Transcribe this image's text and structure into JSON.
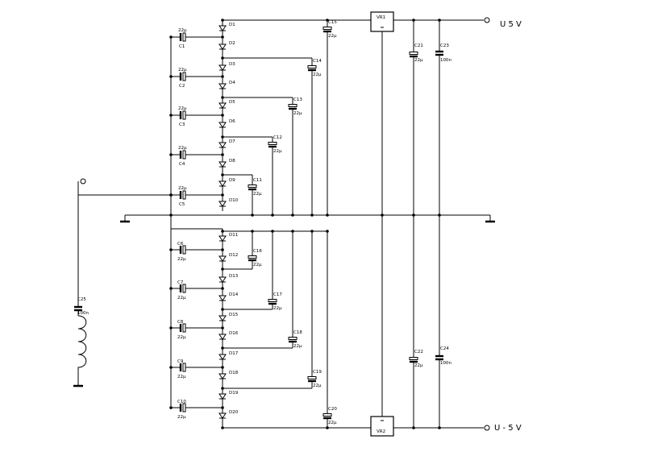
{
  "outputs": {
    "positive": "U 5 V",
    "negative": "U - 5 V"
  },
  "regulators": {
    "pos": "VR1",
    "neg": "VR2"
  },
  "diodes": [
    "D1",
    "D2",
    "D3",
    "D4",
    "D5",
    "D6",
    "D7",
    "D8",
    "D9",
    "D10",
    "D11",
    "D12",
    "D13",
    "D14",
    "D15",
    "D16",
    "D17",
    "D18",
    "D19",
    "D20"
  ],
  "caps_upper": [
    {
      "name": "C1",
      "value": "22µ"
    },
    {
      "name": "C2",
      "value": "22µ"
    },
    {
      "name": "C3",
      "value": "22µ"
    },
    {
      "name": "C4",
      "value": "22µ"
    },
    {
      "name": "C5",
      "value": "22µ"
    }
  ],
  "caps_lower": [
    {
      "name": "C6",
      "value": "22µ"
    },
    {
      "name": "C7",
      "value": "22µ"
    },
    {
      "name": "C8",
      "value": "22µ"
    },
    {
      "name": "C9",
      "value": "22µ"
    },
    {
      "name": "C10",
      "value": "22µ"
    }
  ],
  "filter_caps_upper": [
    {
      "name": "C11",
      "value": "22µ"
    },
    {
      "name": "C12",
      "value": "22µ"
    },
    {
      "name": "C13",
      "value": "22µ"
    },
    {
      "name": "C14",
      "value": "22µ"
    },
    {
      "name": "C15",
      "value": "22µ"
    }
  ],
  "filter_caps_lower": [
    {
      "name": "C16",
      "value": "22µ"
    },
    {
      "name": "C17",
      "value": "22µ"
    },
    {
      "name": "C18",
      "value": "22µ"
    },
    {
      "name": "C19",
      "value": "22µ"
    },
    {
      "name": "C20",
      "value": "22µ"
    }
  ],
  "output_caps": [
    {
      "name": "C21",
      "value": "22µ"
    },
    {
      "name": "C23",
      "value": "100n"
    },
    {
      "name": "C22",
      "value": "22µ"
    },
    {
      "name": "C24",
      "value": "100n"
    }
  ],
  "input_cap": {
    "name": "C25",
    "value": "100n"
  },
  "style": {
    "line_color": "#000000",
    "background": "#ffffff"
  }
}
